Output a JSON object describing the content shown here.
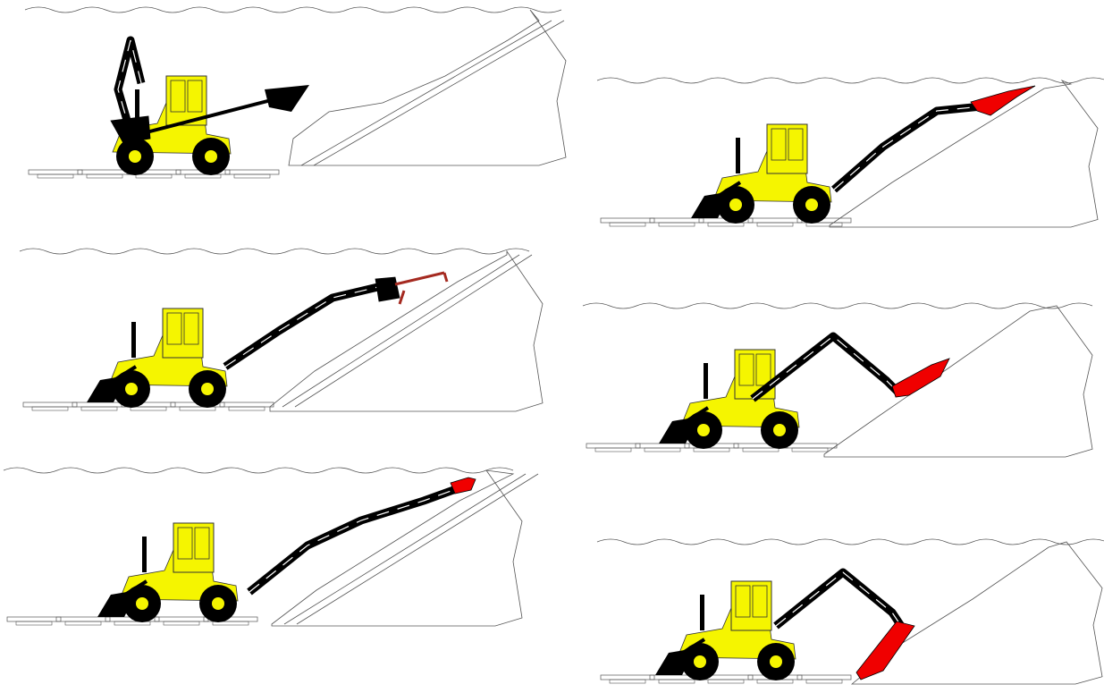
{
  "figure": {
    "colors": {
      "machine_body": "#f5f500",
      "tool_red": "#f00000",
      "tool_darkred": "#a52a20",
      "arm": "#000000",
      "outline": "#555555",
      "background": "#ffffff"
    },
    "panels": [
      {
        "id": "p1",
        "stage": 1,
        "arm": "folded",
        "tool": "backhoe-bucket"
      },
      {
        "id": "p2",
        "stage": 2,
        "arm": "extended",
        "tool": "red-attachment"
      },
      {
        "id": "p3",
        "stage": 3,
        "arm": "extended",
        "tool": "rake-attachment"
      },
      {
        "id": "p4",
        "stage": 4,
        "arm": "bent",
        "tool": "red-attachment"
      },
      {
        "id": "p5",
        "stage": 5,
        "arm": "extended",
        "tool": "red-attachment"
      },
      {
        "id": "p6",
        "stage": 6,
        "arm": "bent",
        "tool": "red-attachment"
      }
    ]
  }
}
